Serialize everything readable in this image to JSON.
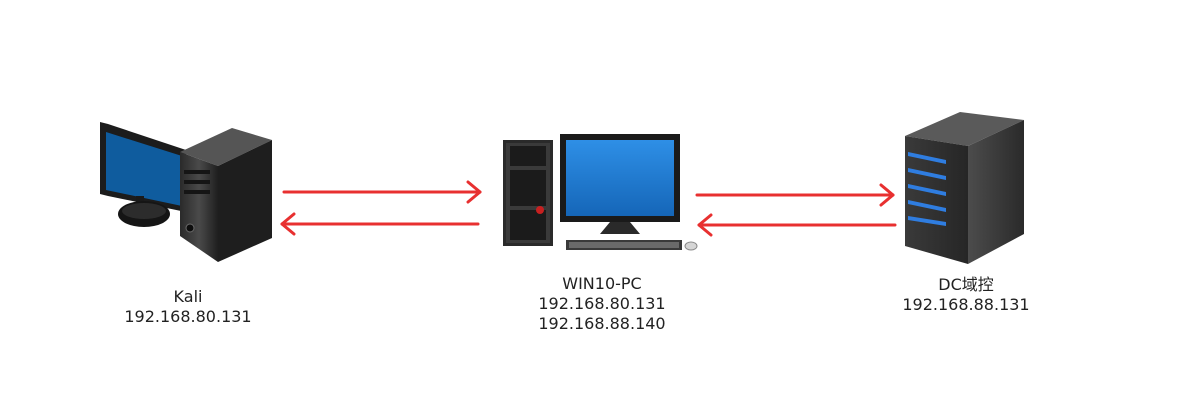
{
  "nodes": [
    {
      "id": "kali",
      "name": "Kali",
      "ips": [
        "192.168.80.131"
      ],
      "icon": "attacker-desktop-icon"
    },
    {
      "id": "win10",
      "name": "WIN10-PC",
      "ips": [
        "192.168.80.131",
        "192.168.88.140"
      ],
      "icon": "workstation-pc-icon"
    },
    {
      "id": "dc",
      "name": "DC域控",
      "ips": [
        "192.168.88.131"
      ],
      "icon": "domain-controller-server-icon"
    }
  ],
  "links": [
    {
      "from": "kali",
      "to": "win10",
      "direction": "bidirectional",
      "color": "#e83030"
    },
    {
      "from": "win10",
      "to": "dc",
      "direction": "bidirectional",
      "color": "#e83030"
    }
  ]
}
